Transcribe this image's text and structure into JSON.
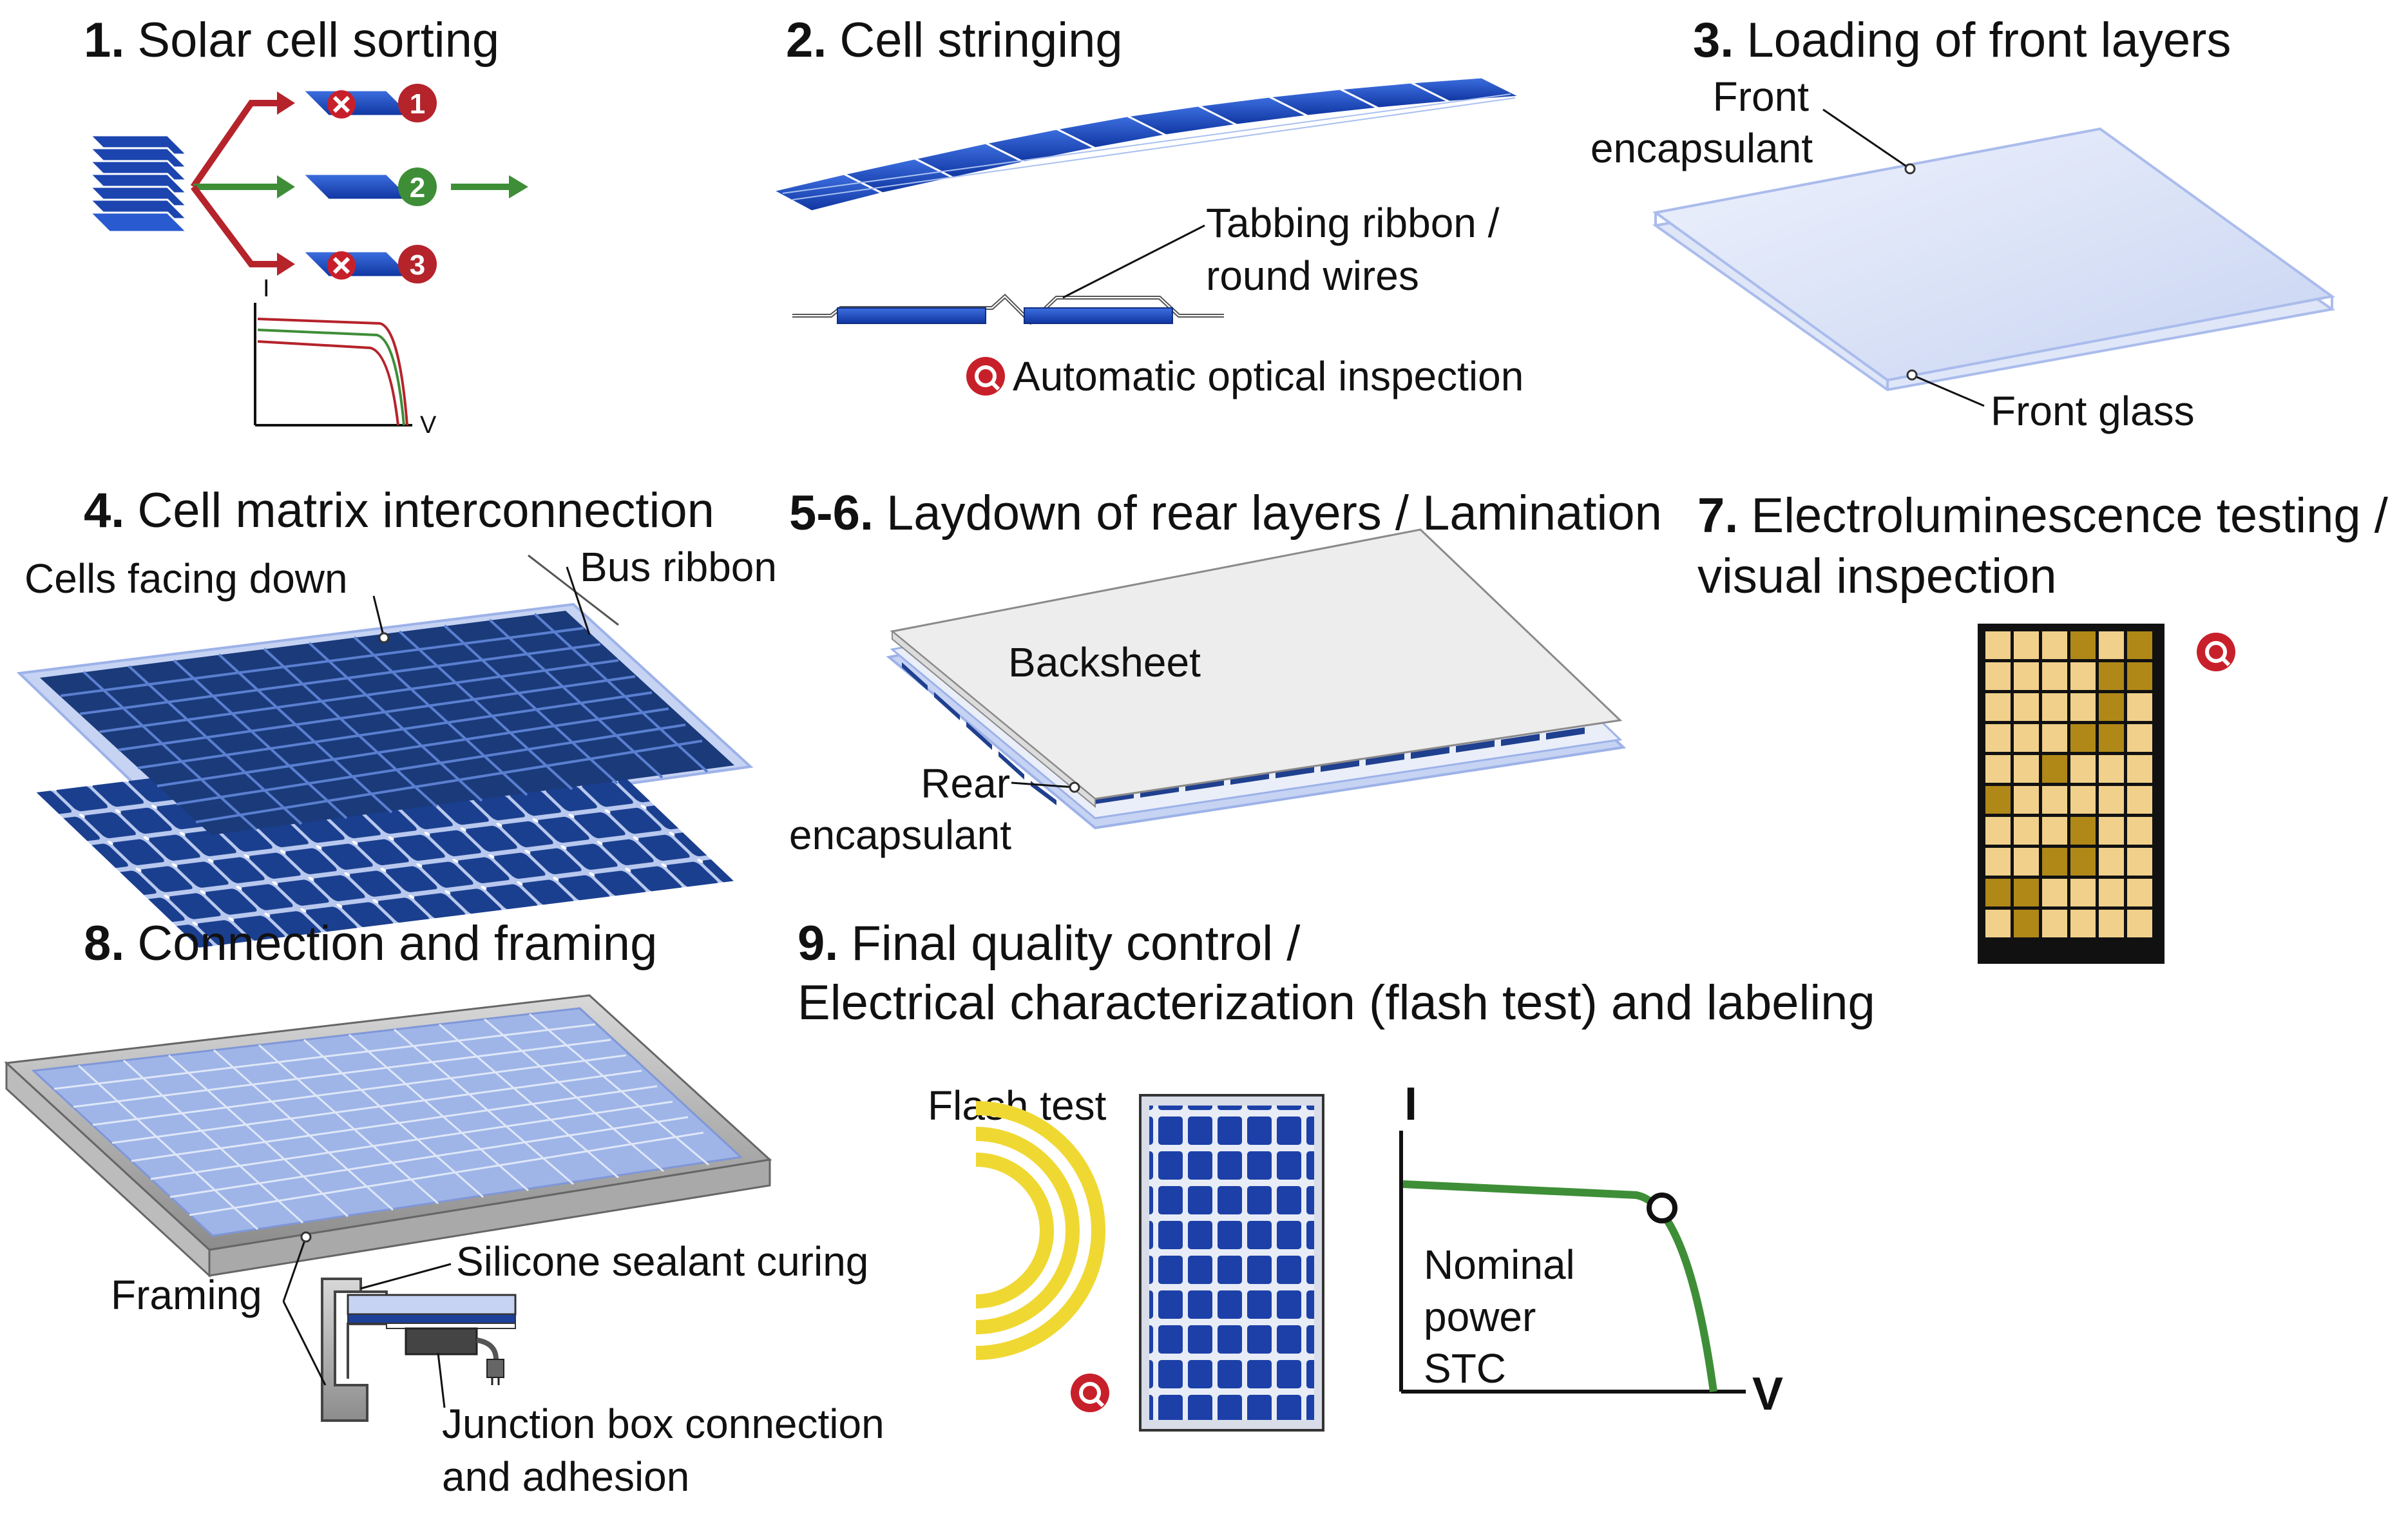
{
  "steps": {
    "s1": {
      "num": "1.",
      "title": "Solar cell sorting",
      "badge1": "1",
      "badge2": "2",
      "badge3": "3",
      "axis_i": "I",
      "axis_v": "V"
    },
    "s2": {
      "num": "2.",
      "title": "Cell stringing",
      "label_ribbon_1": "Tabbing ribbon /",
      "label_ribbon_2": "round wires",
      "inspection": "Automatic optical inspection"
    },
    "s3": {
      "num": "3.",
      "title": "Loading of front layers",
      "label_encap_1": "Front",
      "label_encap_2": "encapsulant",
      "label_glass": "Front glass"
    },
    "s4": {
      "num": "4.",
      "title": "Cell matrix interconnection",
      "label_cells": "Cells facing down",
      "label_bus": "Bus ribbon"
    },
    "s56": {
      "num": "5-6.",
      "title": "Laydown of rear layers / Lamination",
      "label_backsheet": "Backsheet",
      "label_rear_1": "Rear",
      "label_rear_2": "encapsulant"
    },
    "s7": {
      "num": "7.",
      "title_1": "Electroluminescence testing /",
      "title_2": "visual inspection"
    },
    "s8": {
      "num": "8.",
      "title": "Connection and framing",
      "label_framing": "Framing",
      "label_silicone": "Silicone sealant curing",
      "label_jbox_1": "Junction box connection",
      "label_jbox_2": "and adhesion"
    },
    "s9": {
      "num": "9.",
      "title_1": "Final quality control /",
      "title_2": "Electrical characterization (flash test) and labeling",
      "label_flash": "Flash test",
      "axis_i": "I",
      "axis_v": "V",
      "label_power_1": "Nominal",
      "label_power_2": "power",
      "label_power_3": "STC"
    }
  },
  "colors": {
    "cell_blue": "#1f4fbf",
    "panel_navy": "#1a3a7a",
    "sort_red": "#b5232b",
    "sort_green": "#3e8e37",
    "qc_red": "#c8202a",
    "glass_blue": "#c5d2f0",
    "flash_yellow": "#f0d832",
    "el_yellow": "#f0d08a"
  }
}
